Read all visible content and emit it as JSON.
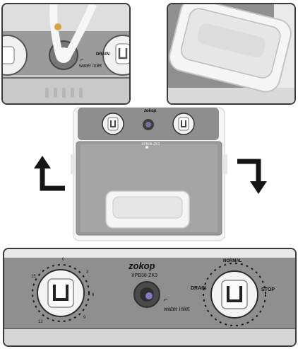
{
  "brand": "zokop",
  "model": "XPB38-ZK3",
  "labels": {
    "water_inlet": "water inlet",
    "drain": "DRAIN",
    "normal": "NORMAL",
    "stop": "STOP"
  },
  "colors": {
    "body_white": "#f4f4f4",
    "lid_grey": "#9a9a9a",
    "panel_grey": "#8e8e8e",
    "frame": "#3a3a3a",
    "arrow": "#151515"
  },
  "icons": [
    "arrow-up-left-icon",
    "arrow-down-right-icon",
    "drain-hose-icon",
    "tap-icon"
  ]
}
